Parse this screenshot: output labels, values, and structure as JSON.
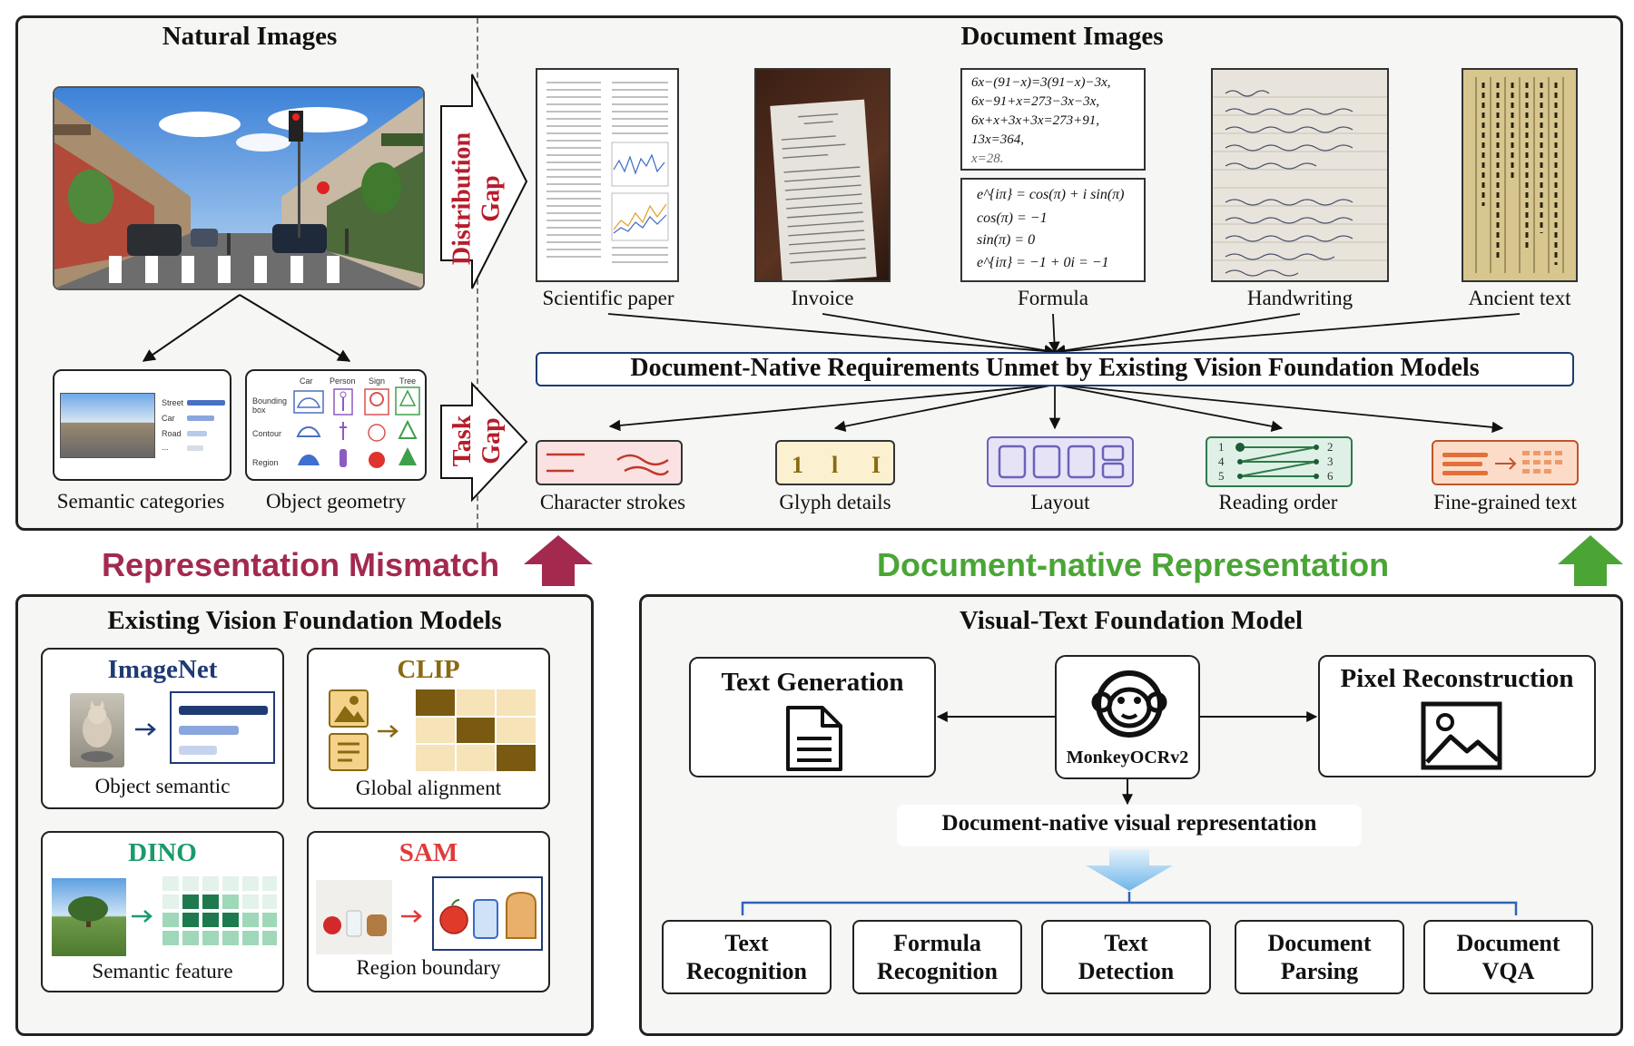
{
  "top": {
    "natural_title": "Natural Images",
    "document_title": "Document Images",
    "distribution_gap": [
      "Distribution",
      "Gap"
    ],
    "task_gap": [
      "Task",
      "Gap"
    ],
    "natural_labels": {
      "semantic": "Semantic categories",
      "geometry": "Object geometry"
    },
    "semantic_list": [
      "Street",
      "Car",
      "Road",
      "..."
    ],
    "geometry_cols": [
      "Car",
      "Person",
      "Sign",
      "Tree"
    ],
    "geometry_rows": [
      "Bounding box",
      "Contour",
      "Region"
    ],
    "doc_types": [
      "Scientific paper",
      "Invoice",
      "Formula",
      "Handwriting",
      "Ancient text"
    ],
    "formula_lines_a": [
      "6x−(91−x)=3(91−x)−3x,",
      "6x−91+x=273−3x−3x,",
      "6x+x+3x+3x=273+91,",
      "13x=364,",
      "x=28."
    ],
    "formula_lines_b": [
      "e^{iπ} = cos(π) + i sin(π)",
      "cos(π) = −1",
      "sin(π) = 0",
      "e^{iπ} = −1 + 0i = −1"
    ],
    "requirements_title": "Document-Native Requirements Unmet by Existing Vision Foundation Models",
    "requirements": [
      "Character strokes",
      "Glyph details",
      "Layout",
      "Reading order",
      "Fine-grained text"
    ],
    "reading_order_numbers": [
      "1",
      "2",
      "4",
      "3",
      "5",
      "6"
    ]
  },
  "middle": {
    "mismatch": "Representation Mismatch",
    "native": "Document-native Representation"
  },
  "left_bottom": {
    "title": "Existing Vision Foundation Models",
    "models": [
      {
        "name": "ImageNet",
        "caption": "Object semantic",
        "color": "#1f3b73"
      },
      {
        "name": "CLIP",
        "caption": "Global alignment",
        "color": "#8a6a10"
      },
      {
        "name": "DINO",
        "caption": "Semantic feature",
        "color": "#1a9a6a"
      },
      {
        "name": "SAM",
        "caption": "Region boundary",
        "color": "#e03a3a"
      }
    ]
  },
  "right_bottom": {
    "title": "Visual-Text Foundation Model",
    "text_generation": "Text Generation",
    "pixel_reconstruction": "Pixel Reconstruction",
    "model_name": "MonkeyOCRv2",
    "representation": "Document-native visual representation",
    "tasks": [
      [
        "Text",
        "Recognition"
      ],
      [
        "Formula",
        "Recognition"
      ],
      [
        "Text",
        "Detection"
      ],
      [
        "Document",
        "Parsing"
      ],
      [
        "Document",
        "VQA"
      ]
    ]
  },
  "colors": {
    "gap_red": "#b71c2b",
    "mismatch": "#a3294f",
    "native_green": "#4aa535",
    "diamond_blue": "#6fb6e8"
  }
}
